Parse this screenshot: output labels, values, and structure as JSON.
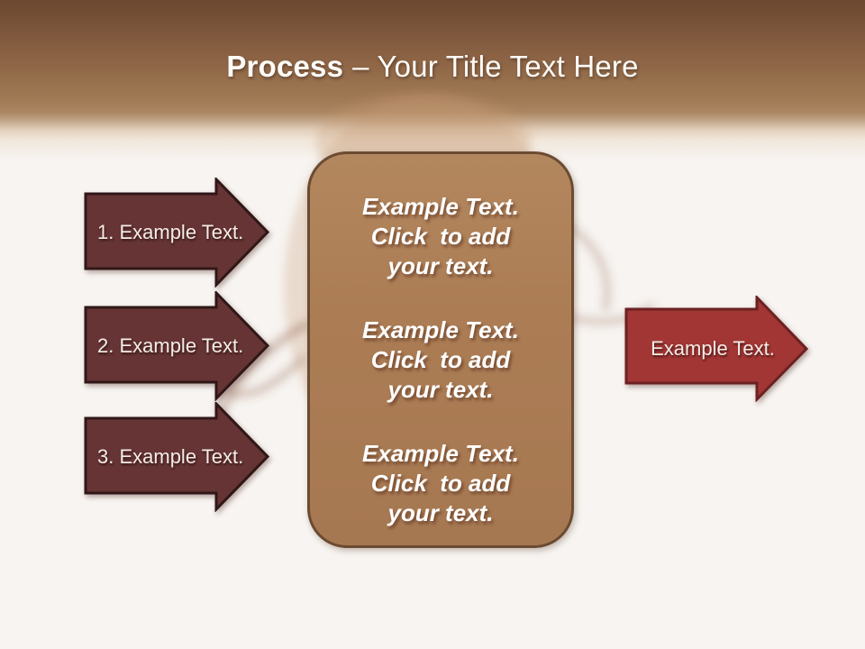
{
  "slide_title": {
    "bold": "Process",
    "rest": "– Your Title Text Here"
  },
  "left_arrows": [
    {
      "label": "1. Example Text."
    },
    {
      "label": "2. Example Text."
    },
    {
      "label": "3. Example Text."
    }
  ],
  "center_box": {
    "blocks": [
      {
        "lines": [
          "Example Text.",
          "Click  to add",
          "your text."
        ]
      },
      {
        "lines": [
          "Example Text.",
          "Click  to add",
          "your text."
        ]
      },
      {
        "lines": [
          "Example Text.",
          "Click  to add",
          "your text."
        ]
      }
    ]
  },
  "right_arrow": {
    "label": "Example Text."
  },
  "colors": {
    "header_top": "#6b4830",
    "header_mid": "#a17a56",
    "background": "#f7f4f1",
    "left_arrow_fill": "#663434",
    "left_arrow_border": "#301718",
    "center_box_fill": "#ac7d55",
    "center_box_border": "#6b4b31",
    "right_arrow_fill": "#a23634",
    "right_arrow_border": "#6b2122",
    "text": "#ffffff"
  }
}
